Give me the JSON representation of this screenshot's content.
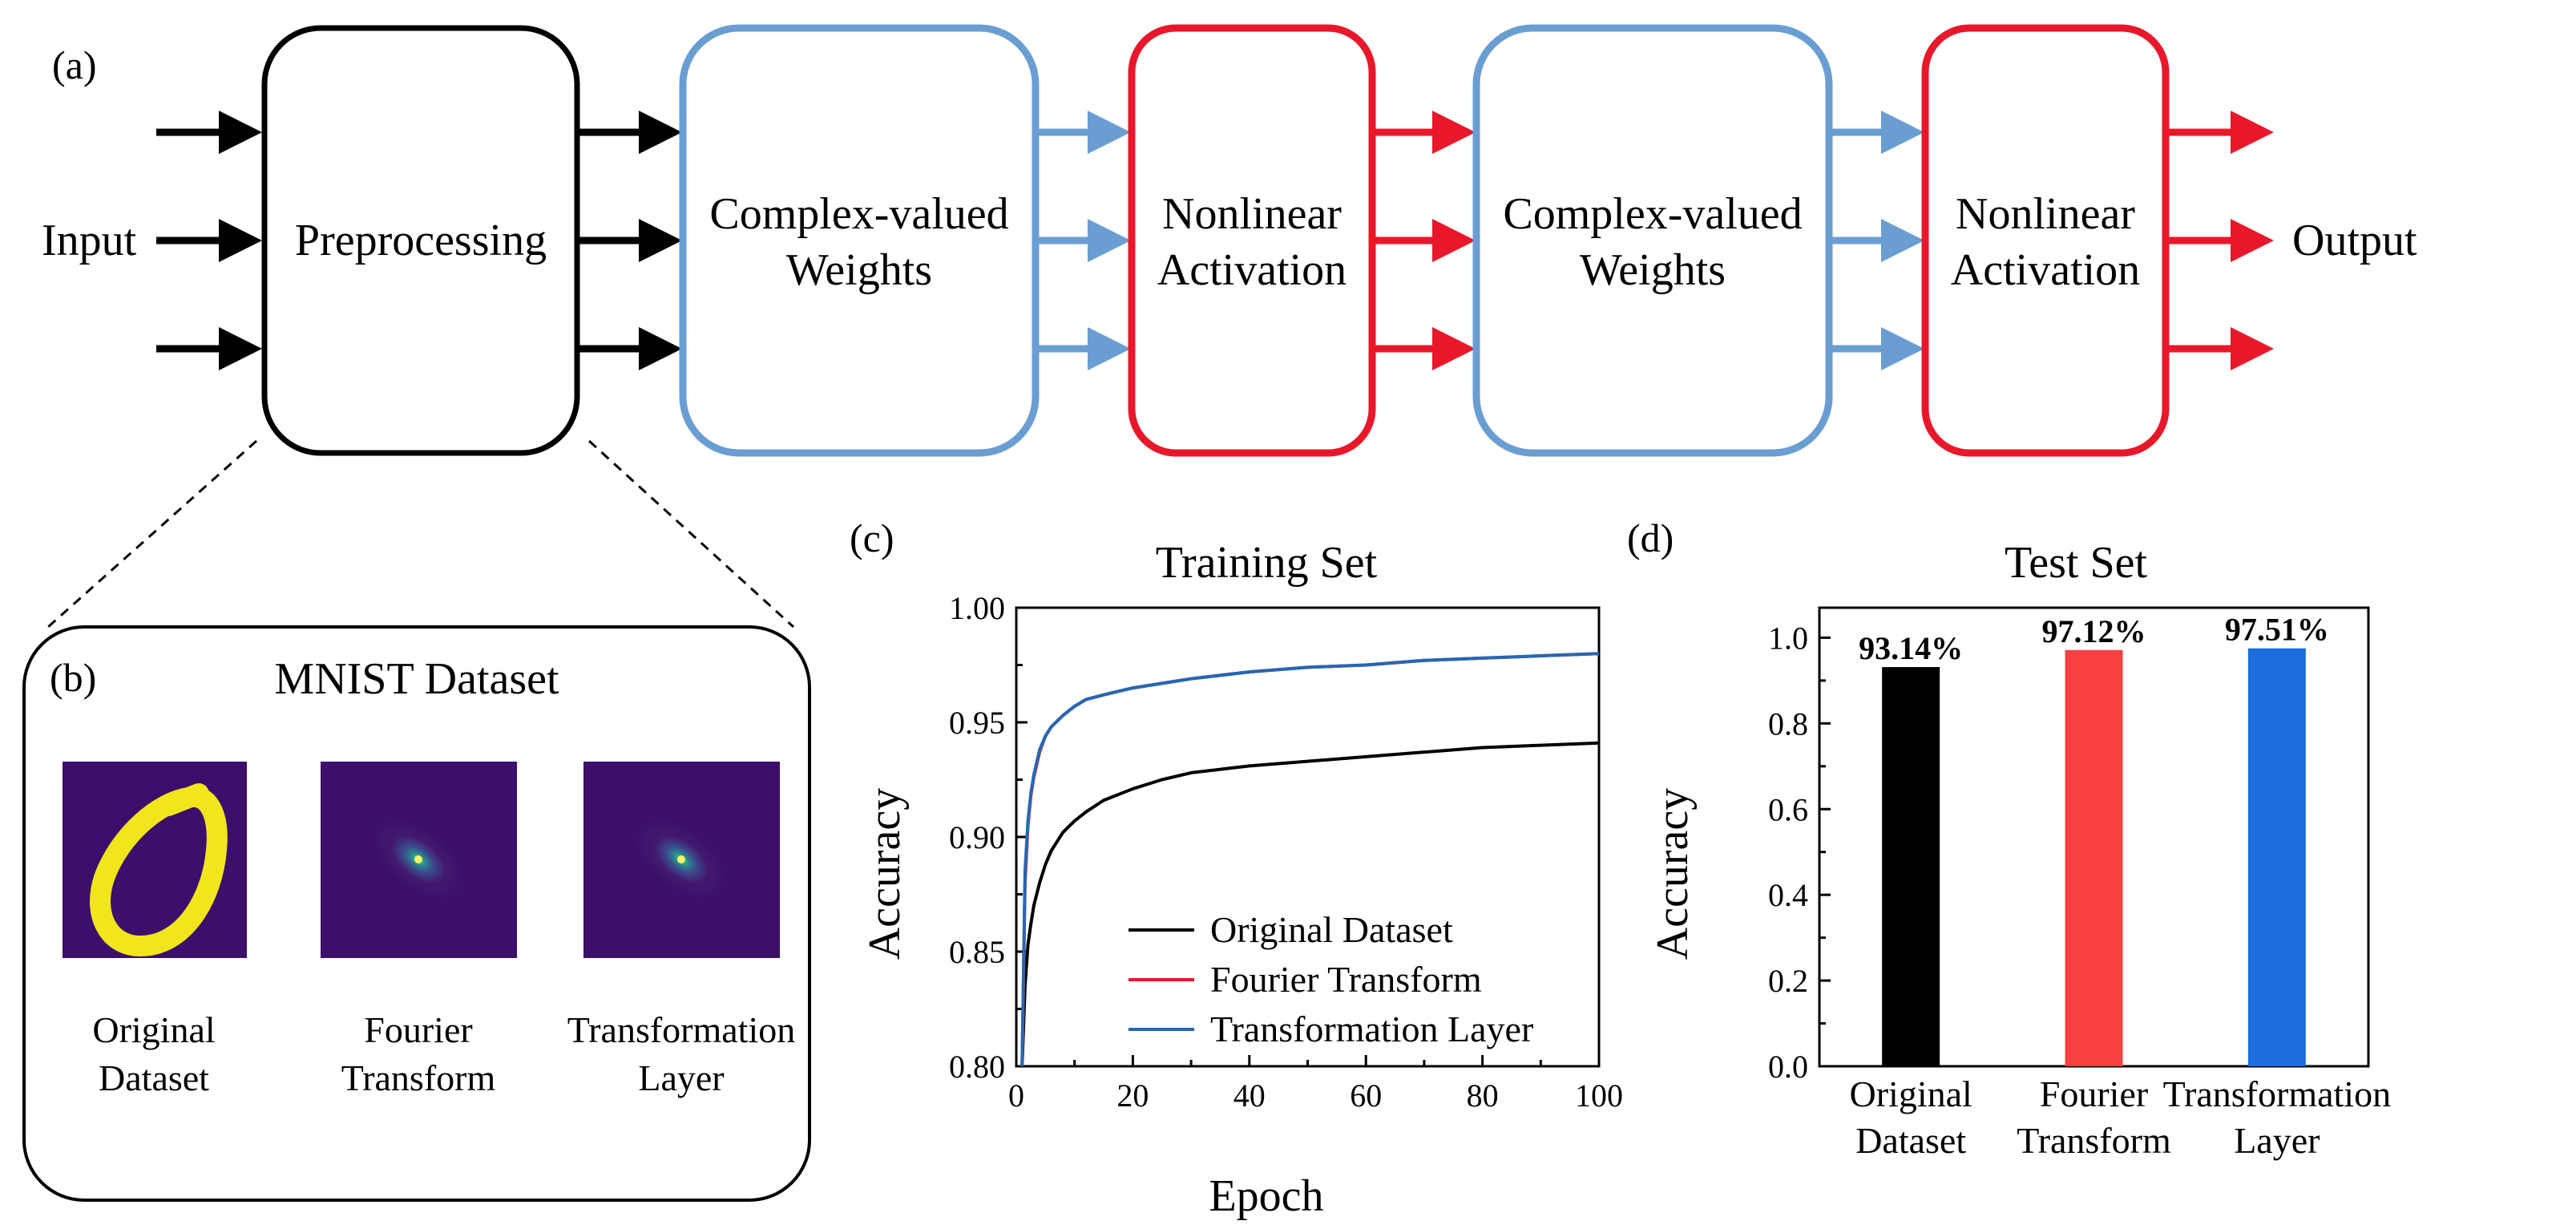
{
  "panel_a": {
    "label": "(a)",
    "input_label": "Input",
    "output_label": "Output",
    "blocks": [
      {
        "line1": "Preprocessing",
        "line2": "",
        "color": "#000000"
      },
      {
        "line1": "Complex-valued",
        "line2": "Weights",
        "color": "#6a9ed3"
      },
      {
        "line1": "Nonlinear",
        "line2": "Activation",
        "color": "#e8182a"
      },
      {
        "line1": "Complex-valued",
        "line2": "Weights",
        "color": "#6a9ed3"
      },
      {
        "line1": "Nonlinear",
        "line2": "Activation",
        "color": "#e8182a"
      }
    ]
  },
  "panel_b": {
    "label": "(b)",
    "title": "MNIST Dataset",
    "images": [
      {
        "line1": "Original",
        "line2": "Dataset"
      },
      {
        "line1": "Fourier",
        "line2": "Transform"
      },
      {
        "line1": "Transformation",
        "line2": "Layer"
      }
    ],
    "colors": {
      "background": "#3b0f6b",
      "digit": "#f0e61b"
    }
  },
  "chart_data": [
    {
      "panel_label": "(c)",
      "type": "line",
      "title": "Training Set",
      "xlabel": "Epoch",
      "ylabel": "Accuracy",
      "xlim": [
        0,
        100
      ],
      "ylim": [
        0.8,
        1.0
      ],
      "x_ticks": [
        "0",
        "20",
        "40",
        "60",
        "80",
        "100"
      ],
      "y_ticks": [
        "0.80",
        "0.85",
        "0.90",
        "0.95",
        "1.00"
      ],
      "legend_position": "bottom-right",
      "series": [
        {
          "name": "Original Dataset",
          "color": "#000000",
          "x": [
            1,
            1.5,
            2,
            2.5,
            3,
            4,
            5,
            6,
            8,
            10,
            12,
            15,
            20,
            25,
            30,
            40,
            50,
            60,
            70,
            80,
            90,
            100
          ],
          "y": [
            0.8,
            0.835,
            0.853,
            0.862,
            0.87,
            0.88,
            0.888,
            0.894,
            0.902,
            0.907,
            0.911,
            0.916,
            0.921,
            0.925,
            0.928,
            0.931,
            0.933,
            0.935,
            0.937,
            0.939,
            0.94,
            0.941
          ]
        },
        {
          "name": "Fourier Transform",
          "color": "#e8182a",
          "x": [
            1,
            1.5,
            2,
            2.5,
            3,
            4,
            5,
            6,
            8,
            10,
            12,
            15,
            20,
            25,
            30,
            40,
            50,
            60,
            70,
            80,
            90,
            100
          ],
          "y": [
            0.8,
            0.88,
            0.905,
            0.918,
            0.926,
            0.937,
            0.944,
            0.948,
            0.953,
            0.957,
            0.96,
            0.962,
            0.965,
            0.967,
            0.969,
            0.972,
            0.974,
            0.975,
            0.977,
            0.978,
            0.979,
            0.98
          ]
        },
        {
          "name": "Transformation Layer",
          "color": "#2468b4",
          "x": [
            1,
            1.5,
            2,
            2.5,
            3,
            4,
            5,
            6,
            8,
            10,
            12,
            15,
            20,
            25,
            30,
            40,
            50,
            60,
            70,
            80,
            90,
            100
          ],
          "y": [
            0.8,
            0.885,
            0.907,
            0.919,
            0.927,
            0.938,
            0.944,
            0.948,
            0.953,
            0.957,
            0.96,
            0.962,
            0.965,
            0.967,
            0.969,
            0.972,
            0.974,
            0.975,
            0.977,
            0.978,
            0.979,
            0.98
          ]
        }
      ]
    },
    {
      "panel_label": "(d)",
      "type": "bar",
      "title": "Test Set",
      "ylabel": "Accuracy",
      "ylim": [
        0.0,
        1.07
      ],
      "y_ticks": [
        "0.0",
        "0.2",
        "0.4",
        "0.6",
        "0.8",
        "1.0"
      ],
      "bars": [
        {
          "line1": "Original",
          "line2": "Dataset",
          "value": 0.9314,
          "label": "93.14%",
          "color": "#000000"
        },
        {
          "line1": "Fourier",
          "line2": "Transform",
          "value": 0.9712,
          "label": "97.12%",
          "color": "#f7403f"
        },
        {
          "line1": "Transformation",
          "line2": "Layer",
          "value": 0.9751,
          "label": "97.51%",
          "color": "#1c6ddd"
        }
      ]
    }
  ]
}
